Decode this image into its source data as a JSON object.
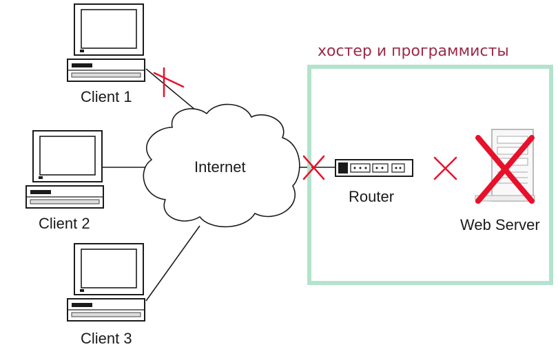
{
  "diagram": {
    "clients": [
      {
        "label": "Client 1"
      },
      {
        "label": "Client 2"
      },
      {
        "label": "Client 3"
      }
    ],
    "cloud_label": "Internet",
    "router_label": "Router",
    "server_label": "Web Server",
    "zone_label": "хостер и программисты",
    "colors": {
      "zone_border": "#b3e3cc",
      "zone_label": "#9b2a4a",
      "failure_mark": "#e8102a",
      "lines": "#1a1a1a"
    }
  }
}
